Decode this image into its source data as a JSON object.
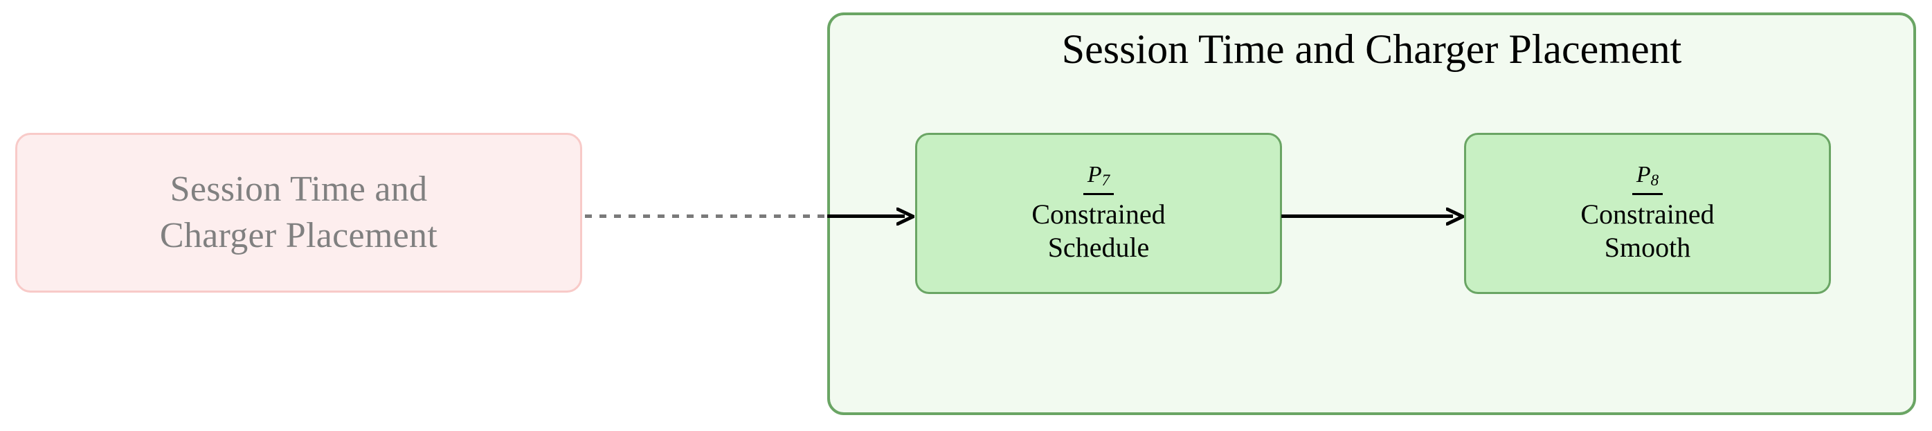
{
  "diagram": {
    "external_node": {
      "line1": "Session Time and",
      "line2": "Charger Placement",
      "fill_color": "#fdeeee",
      "border_color": "#f8cac8",
      "text_color": "#808080"
    },
    "group": {
      "title": "Session Time and Charger Placement",
      "fill_color": "#f2faf0",
      "border_color": "#6aa564",
      "title_color": "#000000"
    },
    "processes": [
      {
        "tag_base": "P",
        "tag_sub": "7",
        "line1": "Constrained",
        "line2": "Schedule",
        "fill_color": "#c8f0c3",
        "border_color": "#6aa564"
      },
      {
        "tag_base": "P",
        "tag_sub": "8",
        "line1": "Constrained",
        "line2": "Smooth",
        "fill_color": "#c8f0c3",
        "border_color": "#6aa564"
      }
    ],
    "connectors": [
      {
        "style": "dotted",
        "color": "#7a7a7a",
        "from": "external_node",
        "to": "group"
      },
      {
        "style": "solid-arrow",
        "color": "#000000",
        "from": "group-edge",
        "to": "P7"
      },
      {
        "style": "solid-arrow",
        "color": "#000000",
        "from": "P7",
        "to": "P8"
      }
    ]
  }
}
